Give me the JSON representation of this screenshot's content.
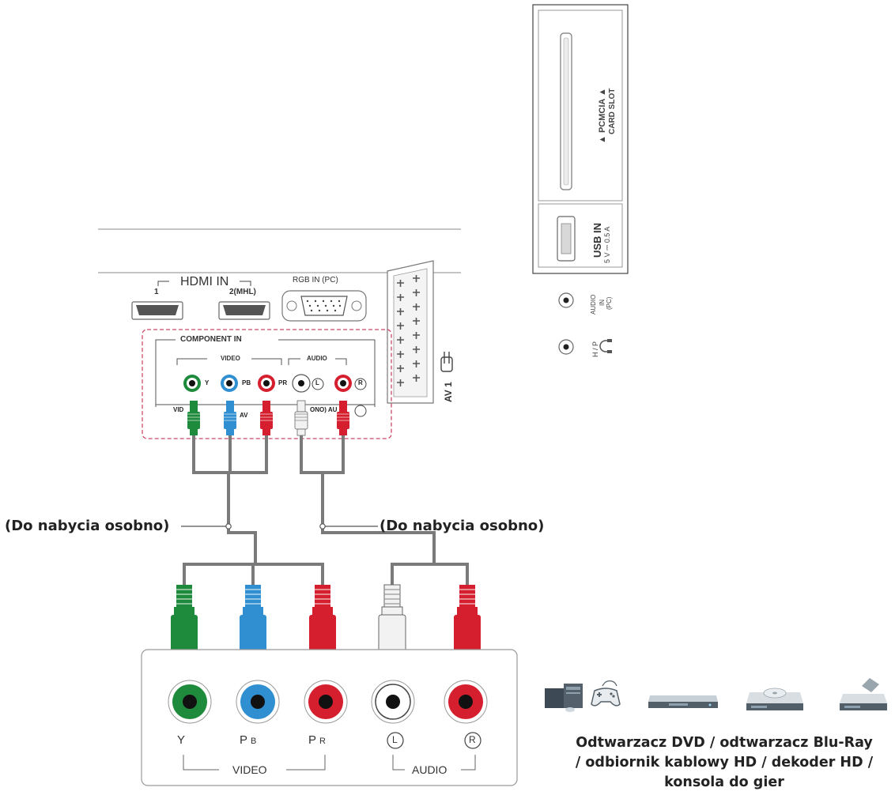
{
  "side_panel": {
    "pcmcia_line1": "▲ PCMCIA ▲",
    "pcmcia_line2": "CARD SLOT",
    "usb_label": "USB IN",
    "usb_rating": "5 V ⎓ 0.5 A",
    "audio_in_line1": "AUDIO",
    "audio_in_line2": "IN",
    "audio_in_line3": "(PC)",
    "hp_label": "H / P"
  },
  "rear_panel": {
    "hdmi_title": "HDMI IN",
    "hdmi_1": "1",
    "hdmi_2": "2(MHL)",
    "rgb_title": "RGB IN (PC)",
    "component_title": "COMPONENT IN",
    "video_group": "VIDEO",
    "audio_group": "AUDIO",
    "jack_y": "Y",
    "jack_pb": "PB",
    "jack_pr": "PR",
    "jack_l": "L",
    "jack_r": "R",
    "partial_vid": "VID",
    "partial_av": "AV",
    "partial_mono": "ONO) AU",
    "av1_label": "AV 1"
  },
  "callouts": {
    "left": "(Do nabycia osobno)",
    "right": "(Do nabycia osobno)"
  },
  "device_panel": {
    "y": "Y",
    "pb_main": "P",
    "pb_sub": "B",
    "pr_main": "P",
    "pr_sub": "R",
    "l": "L",
    "r": "R",
    "video": "VIDEO",
    "audio": "AUDIO"
  },
  "caption": {
    "line1": "Odtwarzacz DVD / odtwarzacz Blu-Ray",
    "line2": "/ odbiornik kablowy HD / dekoder HD /",
    "line3": "konsola do gier"
  },
  "colors": {
    "green": "#1e8a3c",
    "blue": "#2f8fd0",
    "red": "#d61f2e",
    "white_plug": "#f2f2f2",
    "cable": "#7a7a7a",
    "dashed_box": "#d0486a"
  },
  "devices": [
    "pc-icon",
    "gamepad-icon",
    "dvd-player-icon",
    "bluray-player-icon",
    "set-top-box-icon"
  ]
}
